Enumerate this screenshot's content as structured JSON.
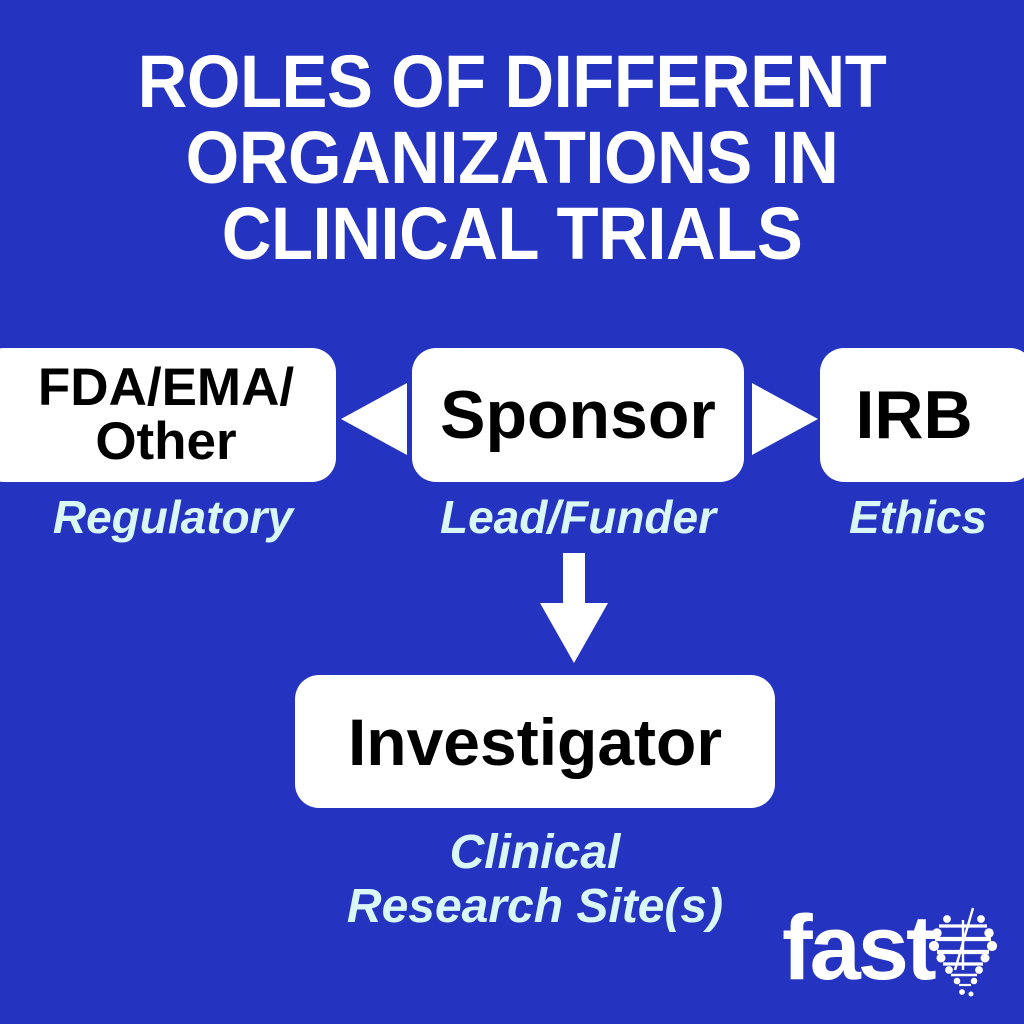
{
  "theme": {
    "background_color": "#2433C0",
    "box_fill_color": "#FFFFFF",
    "box_text_color": "#000000",
    "title_color": "#FFFFFF",
    "caption_color": "#D9F7F5",
    "arrow_color": "#FFFFFF"
  },
  "title": {
    "line1": "ROLES OF DIFFERENT",
    "line2": "ORGANIZATIONS IN",
    "line3": "CLINICAL TRIALS"
  },
  "nodes": {
    "regulatory": {
      "label_line1": "FDA/EMA/",
      "label_line2": "Other",
      "caption": "Regulatory"
    },
    "sponsor": {
      "label": "Sponsor",
      "caption": "Lead/Funder"
    },
    "irb": {
      "label": "IRB",
      "caption": "Ethics"
    },
    "investigator": {
      "label": "Investigator",
      "caption_line1": "Clinical",
      "caption_line2": "Research Site(s)"
    }
  },
  "arrows": {
    "sponsor_to_regulatory": "left-triangle-arrow",
    "sponsor_to_irb": "right-triangle-arrow",
    "sponsor_to_investigator": "down-arrow"
  },
  "logo": {
    "wordmark": "fast",
    "mark": "circuit-dna-mark"
  }
}
